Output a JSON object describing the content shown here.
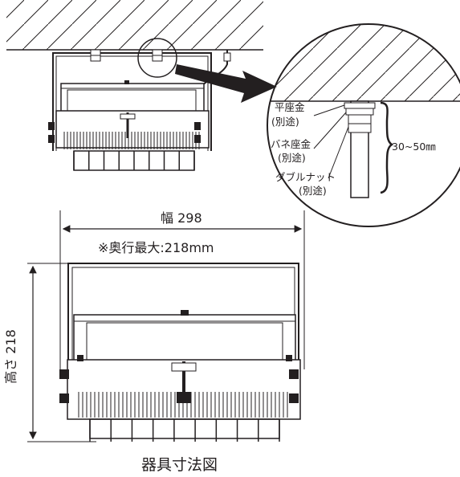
{
  "figure": {
    "caption": "器具寸法図",
    "width_label": "幅 298",
    "depth_note": "※奥行最大:218mm",
    "height_label": "高さ 218",
    "detail": {
      "flat_washer": "平座金",
      "flat_washer_note": "(別途)",
      "spring_washer": "バネ座金",
      "spring_washer_note": "(別途)",
      "double_nut": "ダブルナット",
      "double_nut_note": "(別途)",
      "range": "30~50㎜"
    }
  },
  "colors": {
    "line": "#231f20",
    "arrow": "#231f20",
    "background": "#ffffff"
  },
  "icons": {
    "zoom_arrow": "arrow-right-down",
    "detail_circle": "magnifier-circle"
  }
}
